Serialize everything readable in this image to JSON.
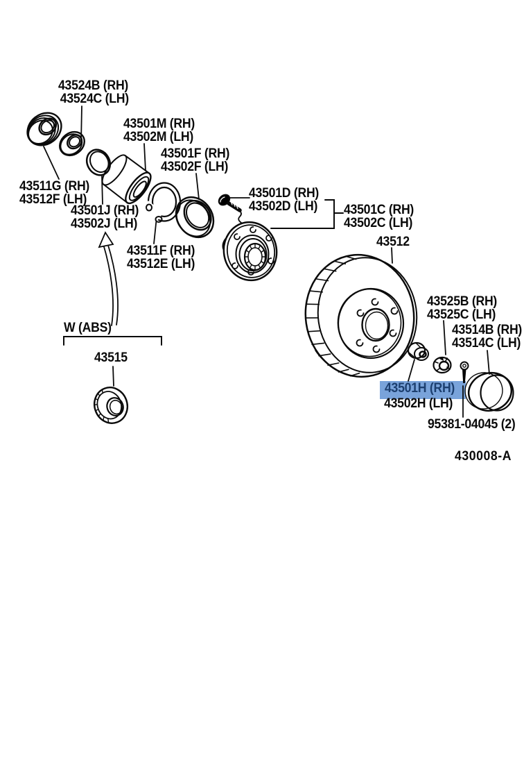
{
  "document": {
    "type_note": "front axle hub exploded parts diagram",
    "drawing_number": "430008-A"
  },
  "colors": {
    "background": "#ffffff",
    "line_art": "#0a0a0a",
    "highlight_bg": "#79a3da",
    "highlight_text": "#1c3f6f"
  },
  "labels": {
    "p43524": {
      "line1": "43524B (RH)",
      "line2": "43524C (LH)"
    },
    "p43501M": {
      "line1": "43501M (RH)",
      "line2": "43502M (LH)"
    },
    "p43501F": {
      "line1": "43501F (RH)",
      "line2": "43502F (LH)"
    },
    "p43511G": {
      "line1": "43511G (RH)",
      "line2": "43512F (LH)"
    },
    "p43501J": {
      "line1": "43501J (RH)",
      "line2": "43502J (LH)"
    },
    "p43511F": {
      "line1": "43511F (RH)",
      "line2": "43512E (LH)"
    },
    "p43501D": {
      "line1": "43501D (RH)",
      "line2": "43502D (LH)"
    },
    "p43501C": {
      "line1": "43501C (RH)",
      "line2": "43502C (LH)"
    },
    "p43512": {
      "line1": "43512"
    },
    "p43525B": {
      "line1": "43525B (RH)",
      "line2": "43525C (LH)"
    },
    "p43514B": {
      "line1": "43514B (RH)",
      "line2": "43514C (LH)"
    },
    "p43501H": {
      "line1": "43501H (RH)",
      "line2": "43502H (LH)"
    },
    "p95381": {
      "line1": "95381-04045 (2)"
    },
    "p43515": {
      "line1": "43515"
    },
    "w_abs": {
      "line1": "W (ABS)"
    },
    "drawing_number": {
      "line1": "430008-A"
    }
  }
}
